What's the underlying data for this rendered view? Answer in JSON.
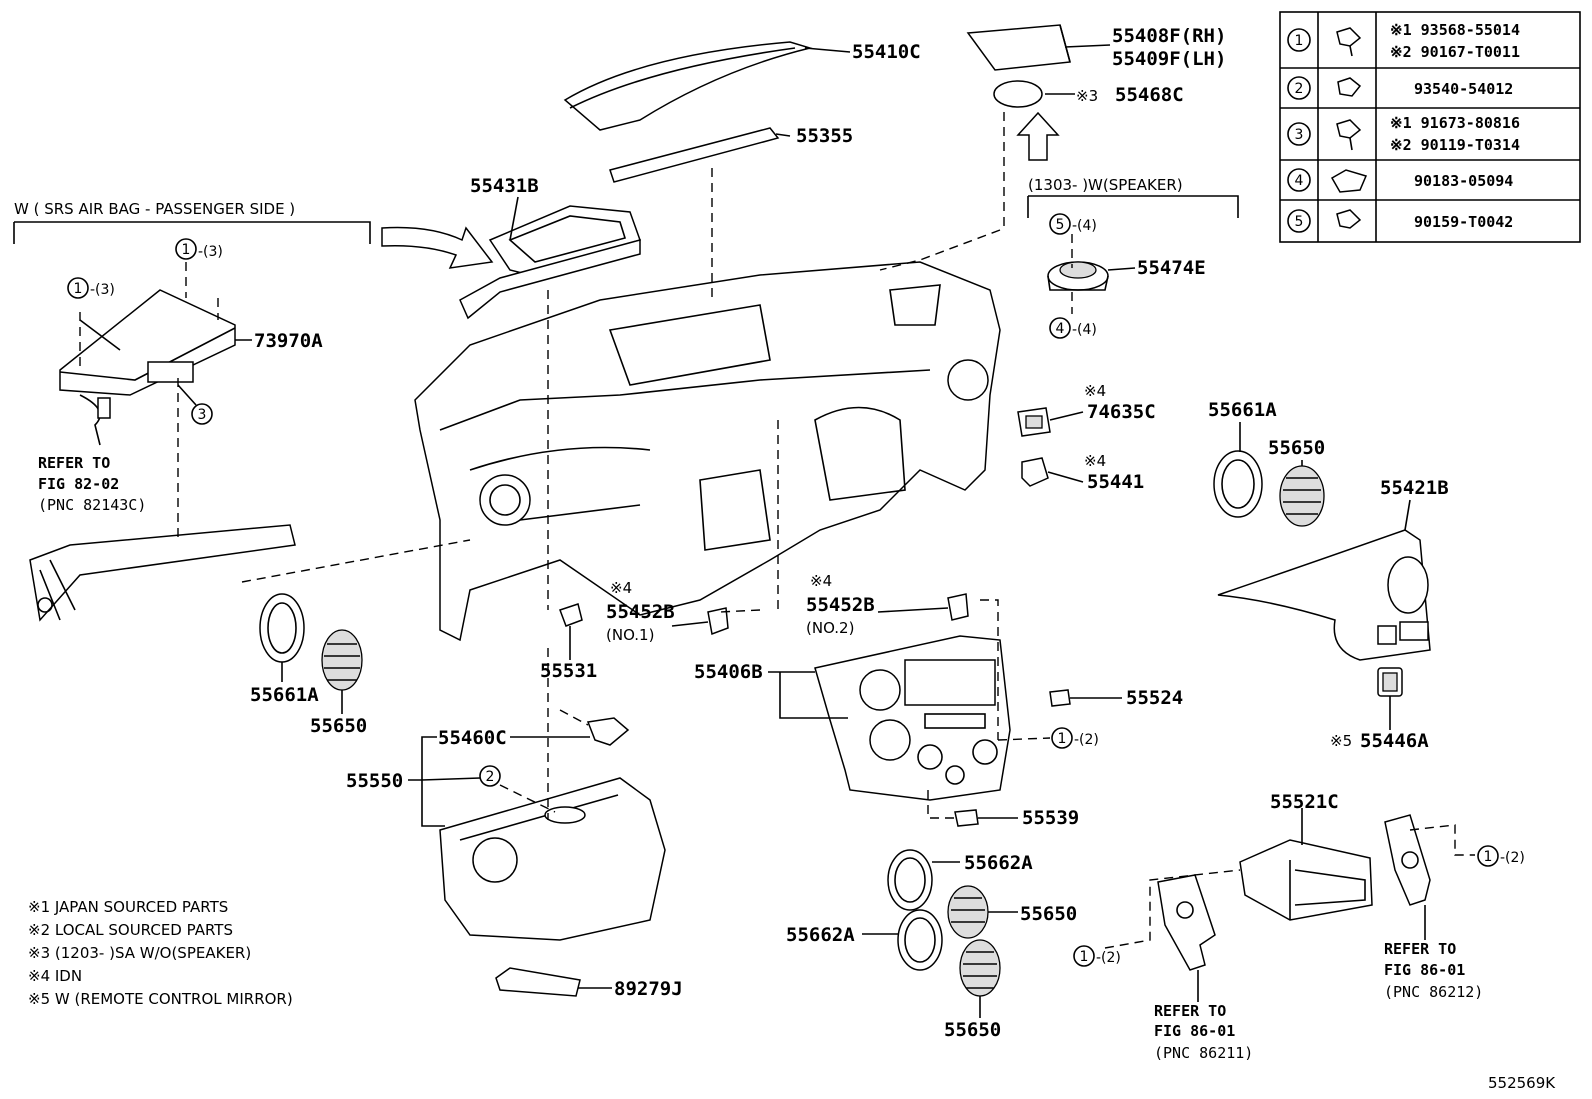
{
  "diagram_id": "552569K",
  "callouts": {
    "p55410C": "55410C",
    "p55408F": "55408F(RH)",
    "p55409F": "55409F(LH)",
    "p55468C": "55468C",
    "p55355": "55355",
    "p55431B": "55431B",
    "p73970A": "73970A",
    "p55474E": "55474E",
    "p74635C": "74635C",
    "p55441": "55441",
    "p55661A_r": "55661A",
    "p55650_r": "55650",
    "p55421B": "55421B",
    "p55446A": "55446A",
    "p55452B_1": "55452B",
    "p55452B_2": "55452B",
    "p55531": "55531",
    "p55406B": "55406B",
    "p55524": "55524",
    "p55661A_l": "55661A",
    "p55650_l": "55650",
    "p55460C": "55460C",
    "p55550": "55550",
    "p55539": "55539",
    "p55662A_1": "55662A",
    "p55662A_2": "55662A",
    "p55650_m1": "55650",
    "p55650_m2": "55650",
    "p55521C": "55521C",
    "p89279J": "89279J"
  },
  "labels": {
    "srs_group": "W ( SRS  AIR  BAG - PASSENGER  SIDE )",
    "speaker_group": "(1303-        )W(SPEAKER)",
    "no1": "(NO.1)",
    "no2": "(NO.2)",
    "mark3": "※3",
    "mark4": "※4",
    "mark5": "※5"
  },
  "circle_refs": {
    "c1": "1",
    "c2": "2",
    "c3": "3",
    "c4": "4",
    "c5": "5",
    "q3": "-(3)",
    "q4": "-(4)",
    "q2": "-(2)"
  },
  "refers": {
    "r1": [
      "REFER TO",
      "FIG 82-02",
      "(PNC 82143C)"
    ],
    "r2": [
      "REFER TO",
      "FIG 86-01",
      "(PNC 86211)"
    ],
    "r3": [
      "REFER TO",
      "FIG 86-01",
      "(PNC 86212)"
    ]
  },
  "fastener_table": [
    {
      "num": "1",
      "lines": [
        "※1 93568-55014",
        "※2 90167-T0011"
      ]
    },
    {
      "num": "2",
      "lines": [
        "93540-54012"
      ]
    },
    {
      "num": "3",
      "lines": [
        "※1 91673-80816",
        "※2 90119-T0314"
      ]
    },
    {
      "num": "4",
      "lines": [
        "90183-05094"
      ]
    },
    {
      "num": "5",
      "lines": [
        "90159-T0042"
      ]
    }
  ],
  "legend": [
    "※1  JAPAN  SOURCED  PARTS",
    "※2  LOCAL  SOURCED  PARTS",
    "※3 (1203-        )SA W/O(SPEAKER)",
    "※4  IDN",
    "※5  W (REMOTE  CONTROL  MIRROR)"
  ]
}
